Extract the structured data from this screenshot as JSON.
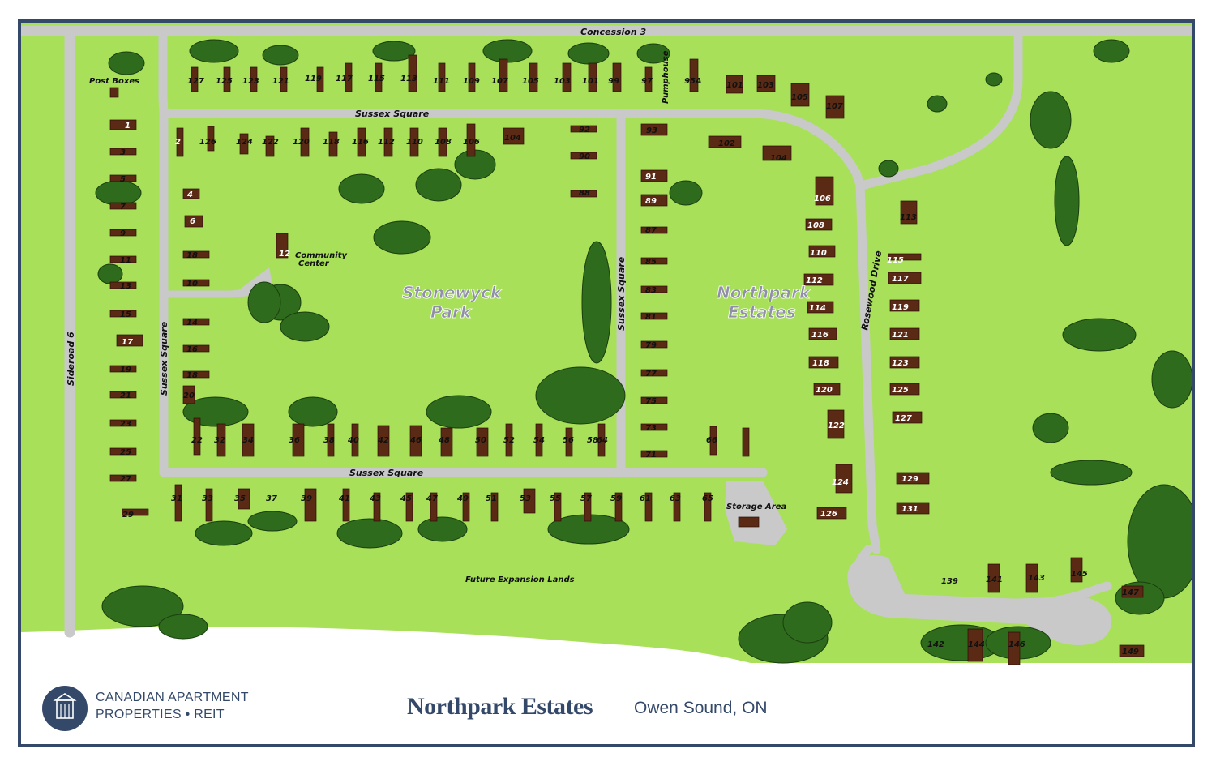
{
  "map": {
    "roads": {
      "concession": "Concession 3",
      "sideroad": "Sideroad 6",
      "sussex_top": "Sussex Square",
      "sussex_bottom": "Sussex Square",
      "sussex_left": "Sussex Square",
      "sussex_mid": "Sussex Square",
      "rosewood": "Rosewood Drive"
    },
    "labels": {
      "post_boxes": "Post Boxes",
      "community_center": "Community Center",
      "pumphouse": "Pumphouse",
      "storage_area": "Storage Area",
      "future_expansion": "Future Expansion Lands",
      "stonewyck_park": "Stonewyck Park",
      "northpark_estates": "Northpark Estates"
    },
    "lots": {
      "top_row": [
        "127",
        "125",
        "123",
        "121",
        "119",
        "117",
        "115",
        "113",
        "111",
        "109",
        "107",
        "105",
        "103",
        "101",
        "99",
        "97",
        "95A",
        "101",
        "103",
        "105",
        "107"
      ],
      "second_row": [
        "2",
        "126",
        "124",
        "122",
        "120",
        "118",
        "116",
        "112",
        "110",
        "108",
        "106",
        "104",
        "92",
        "90",
        "88",
        "93",
        "102",
        "104"
      ],
      "left_inner": [
        "4",
        "6",
        "18",
        "10",
        "12",
        "14",
        "16",
        "18",
        "20"
      ],
      "left_outer": [
        "1",
        "3",
        "5",
        "7",
        "9",
        "11",
        "13",
        "15",
        "17",
        "19",
        "21",
        "23",
        "25",
        "27",
        "29"
      ],
      "mid_column": [
        "91",
        "89",
        "87",
        "85",
        "83",
        "81",
        "79",
        "77",
        "75",
        "73",
        "71"
      ],
      "bottom_inner": [
        "22",
        "32",
        "34",
        "36",
        "38",
        "40",
        "42",
        "46",
        "48",
        "50",
        "52",
        "54",
        "56",
        "58",
        "64",
        "66"
      ],
      "bottom_outer": [
        "31",
        "33",
        "35",
        "37",
        "39",
        "41",
        "43",
        "45",
        "47",
        "49",
        "51",
        "53",
        "55",
        "57",
        "59",
        "61",
        "63",
        "65"
      ],
      "rosewood_west": [
        "106",
        "108",
        "110",
        "112",
        "114",
        "116",
        "118",
        "120",
        "122",
        "124",
        "126"
      ],
      "rosewood_east": [
        "113",
        "115",
        "117",
        "119",
        "121",
        "123",
        "125",
        "127",
        "129",
        "131"
      ],
      "cul_de_sac": [
        "139",
        "141",
        "143",
        "145",
        "147",
        "142",
        "144",
        "146",
        "149"
      ]
    }
  },
  "footer": {
    "company_line1": "CANADIAN APARTMENT",
    "company_line2": "PROPERTIES • REIT",
    "title": "Northpark Estates",
    "location": "Owen Sound, ON"
  },
  "colors": {
    "grass": "#a8e05a",
    "tree": "#2f6b1c",
    "road": "#c9c9c9",
    "lot": "#5a2a14",
    "brand": "#34496a"
  }
}
